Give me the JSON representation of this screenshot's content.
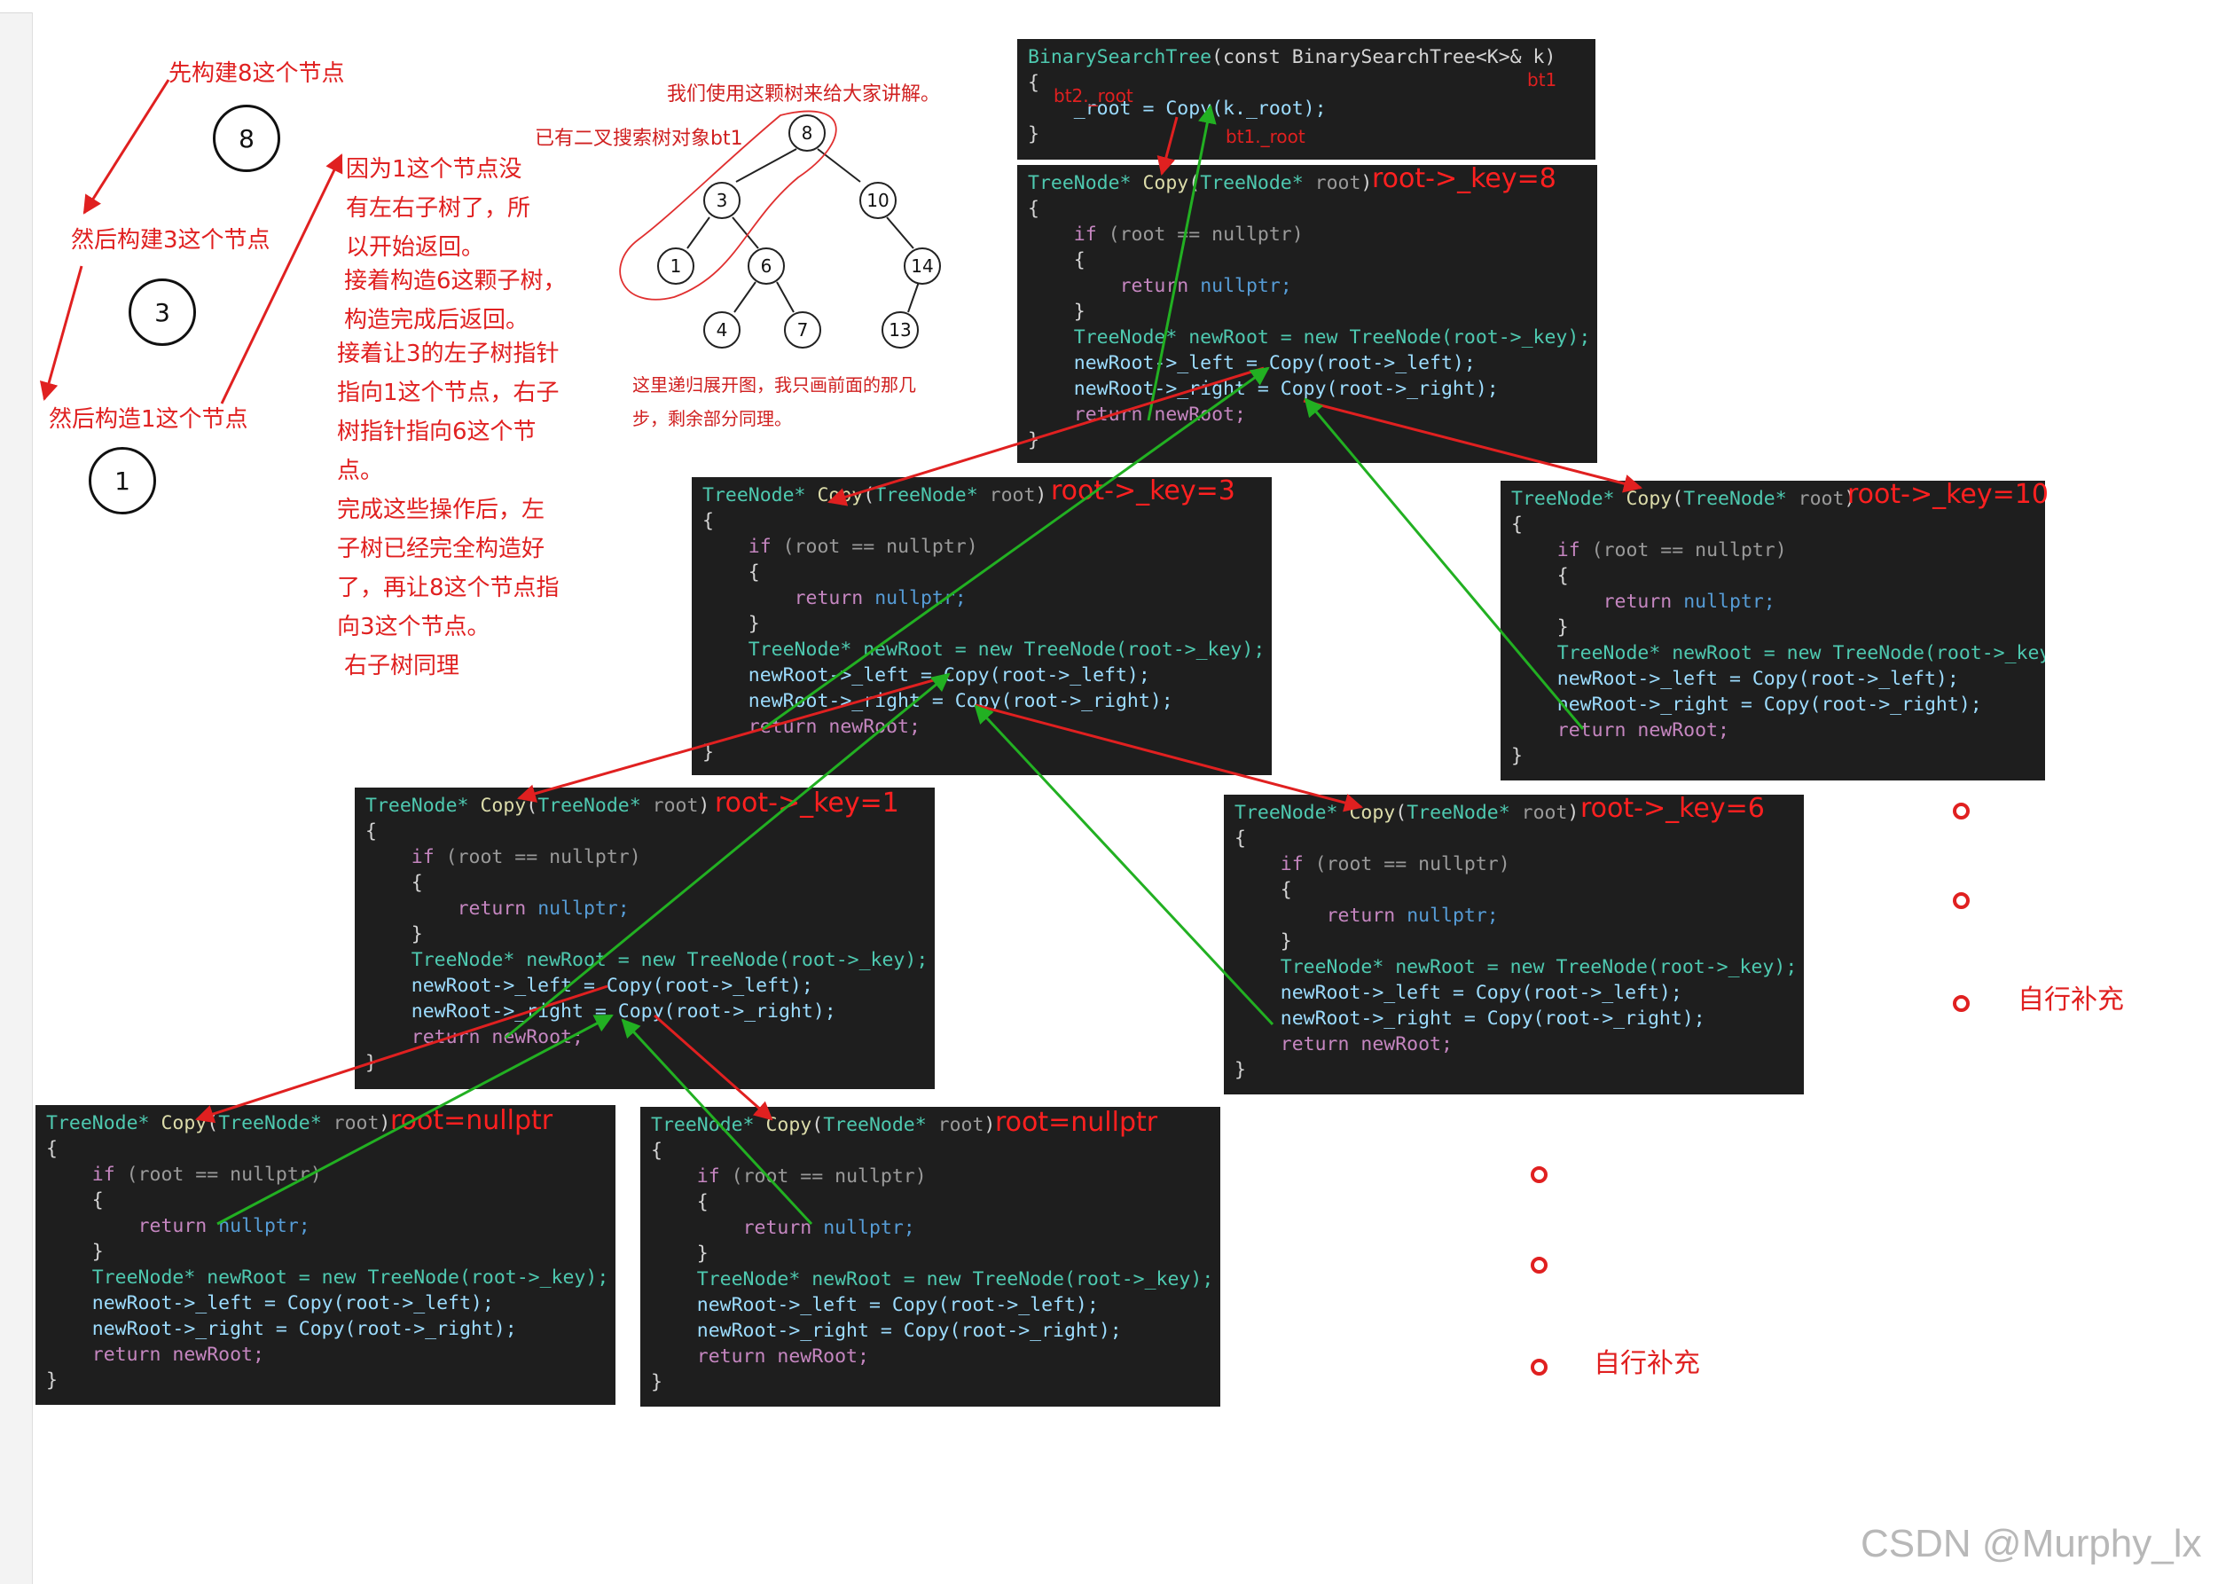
{
  "notes": {
    "build8": "先构建8这个节点",
    "build3": "然后构建3这个节点",
    "build1": "然后构造1这个节点",
    "node8": "8",
    "node3": "3",
    "node1": "1",
    "explain_lines": [
      "因为1这个节点没",
      "有左右子树了，所",
      "以开始返回。",
      "接着构造6这颗子树，",
      "构造完成后返回。",
      "接着让3的左子树指针",
      "指向1这个节点，右子",
      "树指针指向6这个节",
      "点。",
      "完成这些操作后，左",
      "子树已经完全构造好",
      "了，再让8这个节点指",
      "向3这个节点。",
      "右子树同理"
    ],
    "tree_caption": "我们使用这颗树来给大家讲解。",
    "existing_tree": "已有二叉搜索树对象bt1",
    "expand_lines": [
      "这里递归展开图，我只画前面的那几",
      "步，剩余部分同理。"
    ],
    "self_fill_1": "自行补充",
    "self_fill_2": "自行补充",
    "bt2_root": "bt2._root",
    "bt1_label": "bt1",
    "bt1_root": "bt1._root"
  },
  "tree": {
    "nodes": [
      "8",
      "3",
      "10",
      "1",
      "6",
      "14",
      "4",
      "7",
      "13"
    ]
  },
  "constructor_code": {
    "line1_type": "BinarySearchTree",
    "line1_rest": "(const BinarySearchTree<K>& k)",
    "line2": "{",
    "line3": "    _root = Copy(k._root);",
    "line4": "}"
  },
  "copy_code": {
    "sig_type": "TreeNode*",
    "sig_fn": "Copy",
    "sig_param_type": "TreeNode*",
    "sig_param": "root",
    "open": "{",
    "if_kw": "if",
    "if_cond": "(root == nullptr)",
    "return_kw": "return",
    "nullptr": "nullptr;",
    "close": "}",
    "new_line": "TreeNode* newRoot = new TreeNode(root->_key);",
    "left_line": "newRoot->_left = Copy(root->_left);",
    "right_line": "newRoot->_right = Copy(root->_right);",
    "return_line": "return newRoot;"
  },
  "frames": [
    {
      "id": "key8",
      "label": "root->_key=8"
    },
    {
      "id": "key3",
      "label": "root->_key=3"
    },
    {
      "id": "key10",
      "label": "root->_key=10"
    },
    {
      "id": "key1",
      "label": "root->_key=1"
    },
    {
      "id": "key6",
      "label": "root->_key=6"
    },
    {
      "id": "null_a",
      "label": "root=nullptr"
    },
    {
      "id": "null_b",
      "label": "root=nullptr"
    }
  ],
  "watermark": "CSDN @Murphy_lx",
  "colors": {
    "arrow_call": "#e02020",
    "arrow_return": "#22b022",
    "code_bg": "#1e1e1e"
  }
}
